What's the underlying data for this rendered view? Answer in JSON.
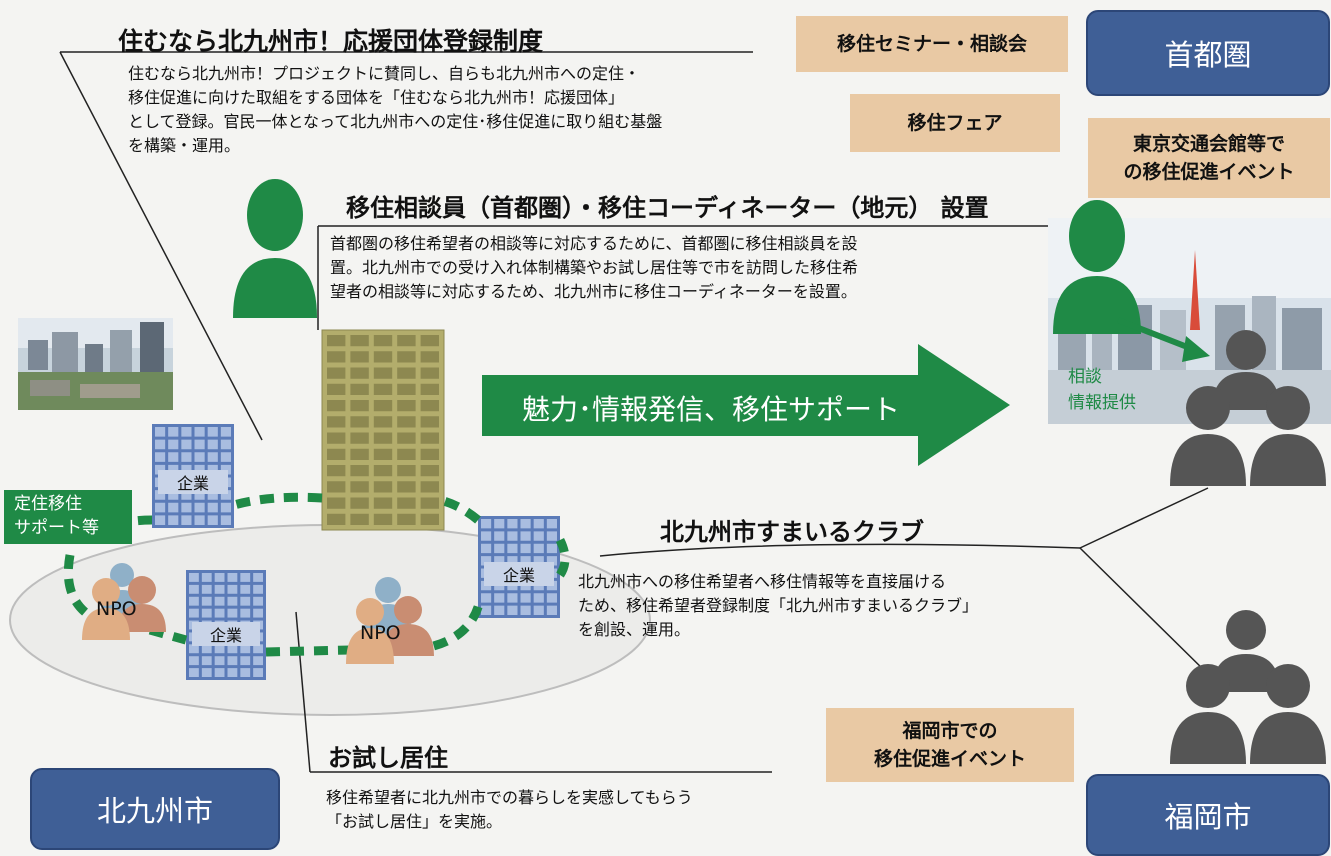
{
  "diagram": {
    "support_system": {
      "title": "住むなら北九州市！応援団体登録制度",
      "body": [
        "住むなら北九州市！プロジェクトに賛同し、自らも北九州市への定住・",
        "移住促進に向けた取組をする団体を「住むなら北九州市！応援団体」",
        "として登録。官民一体となって北九州市への定住･移住促進に取り組む基盤",
        "を構築・運用。"
      ]
    },
    "consultants": {
      "title": "移住相談員（首都圏）・移住コーディネーター（地元） 設置",
      "body": [
        "首都圏の移住希望者の相談等に対応するために、首都圏に移住相談員を設",
        "置。北九州市での受け入れ体制構築やお試し居住等で市を訪問した移住希",
        "望者の相談等に対応するため、北九州市に移住コーディネーターを設置。"
      ]
    },
    "arrow_label": "魅力･情報発信、移住サポート",
    "club": {
      "title": "北九州市すまいるクラブ",
      "body": [
        "北九州市への移住希望者へ移住情報等を直接届ける",
        "ため、移住希望者登録制度「北九州市すまいるクラブ」",
        "を創設、運用。"
      ]
    },
    "trial": {
      "title": "お試し居住",
      "body": [
        "移住希望者に北九州市での暮らしを実感してもらう",
        "「お試し居住」を実施。"
      ]
    },
    "settlement_tag": [
      "定住移住",
      "サポート等"
    ],
    "company_label": "企業",
    "npo_label": "NPO",
    "tokyo_callout": [
      "相談",
      "情報提供"
    ],
    "events": {
      "seminar": "移住セミナー・相談会",
      "fair": "移住フェア",
      "tokyo_event": [
        "東京交通会館等で",
        "の移住促進イベント"
      ],
      "fukuoka_event": [
        "福岡市での",
        "移住促進イベント"
      ]
    },
    "cities": {
      "kitakyushu": "北九州市",
      "capital": "首都圏",
      "fukuoka": "福岡市"
    },
    "colors": {
      "green": "#1f8a46",
      "city_blue": "#3f5f96",
      "tag_beige": "#e9c9a4",
      "company_blue": "#5b7bb8",
      "tower_olive": "#b3ad6c",
      "people_gray": "#555555",
      "npo_tan": "#d7a37f"
    }
  }
}
